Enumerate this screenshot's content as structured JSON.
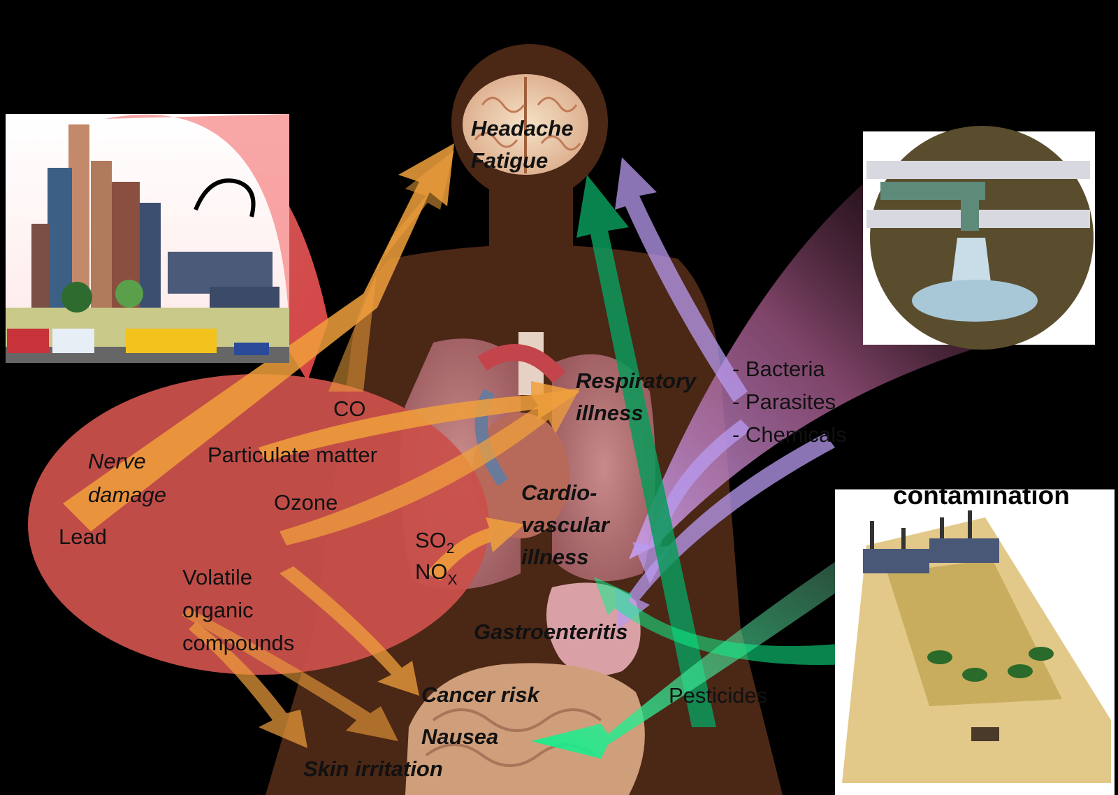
{
  "effects": {
    "headache": "Headache",
    "fatigue": "Fatigue",
    "respiratory_1": "Respiratory",
    "respiratory_2": "illness",
    "cardio_1": "Cardio-",
    "cardio_2": "vascular",
    "cardio_3": "illness",
    "gastro": "Gastroenteritis",
    "cancer": "Cancer risk",
    "nausea": "Nausea",
    "skin": "Skin irritation"
  },
  "air_pollutants": {
    "co": "CO",
    "particulate": "Particulate matter",
    "ozone": "Ozone",
    "nerve_1": "Nerve",
    "nerve_2": "damage",
    "lead": "Lead",
    "voc_1": "Volatile",
    "voc_2": "organic",
    "voc_3": "compounds",
    "so2_base": "SO",
    "so2_sub": "2",
    "nox_base": "NO",
    "nox_sub": "X"
  },
  "water_pollutants": {
    "bacteria": "- Bacteria",
    "parasites": "- Parasites",
    "chemicals": "- Chemicals"
  },
  "soil": {
    "heading": "contamination",
    "pesticides": "Pesticides"
  },
  "colors": {
    "background": "#000000",
    "silhouette": "#4b2716",
    "air_ellipse": "#c9504b",
    "air_arrow": "#f0a03c",
    "water_arrow": "#b89bf0",
    "soil_arrow": "#19e689",
    "text": "#111111"
  }
}
